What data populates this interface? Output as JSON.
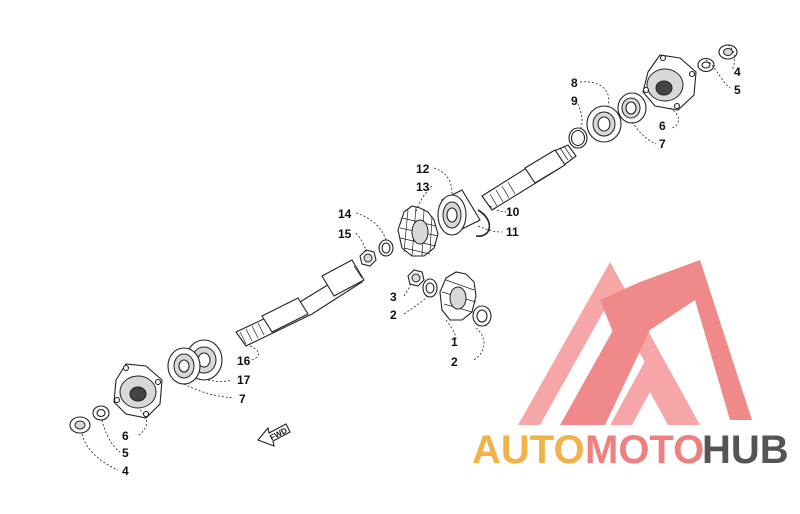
{
  "callouts": [
    {
      "id": "c4a",
      "label": "4"
    },
    {
      "id": "c5a",
      "label": "5"
    },
    {
      "id": "c8",
      "label": "8"
    },
    {
      "id": "c9",
      "label": "9"
    },
    {
      "id": "c6a",
      "label": "6"
    },
    {
      "id": "c7a",
      "label": "7"
    },
    {
      "id": "c12",
      "label": "12"
    },
    {
      "id": "c13",
      "label": "13"
    },
    {
      "id": "c10",
      "label": "10"
    },
    {
      "id": "c11",
      "label": "11"
    },
    {
      "id": "c14",
      "label": "14"
    },
    {
      "id": "c15",
      "label": "15"
    },
    {
      "id": "c3",
      "label": "3"
    },
    {
      "id": "c2a",
      "label": "2"
    },
    {
      "id": "c1",
      "label": "1"
    },
    {
      "id": "c2b",
      "label": "2"
    },
    {
      "id": "c16",
      "label": "16"
    },
    {
      "id": "c17",
      "label": "17"
    },
    {
      "id": "c7b",
      "label": "7"
    },
    {
      "id": "c6b",
      "label": "6"
    },
    {
      "id": "c5b",
      "label": "5"
    },
    {
      "id": "c4b",
      "label": "4"
    }
  ],
  "fwd_label": "FWD",
  "watermark": {
    "part1": "AUTO",
    "part2": "MOTO",
    "part3": "HUB",
    "colors": {
      "auto": "#f2b24a",
      "moto": "#ef8080",
      "hub": "#555555",
      "logo": "#f08a8a"
    }
  }
}
